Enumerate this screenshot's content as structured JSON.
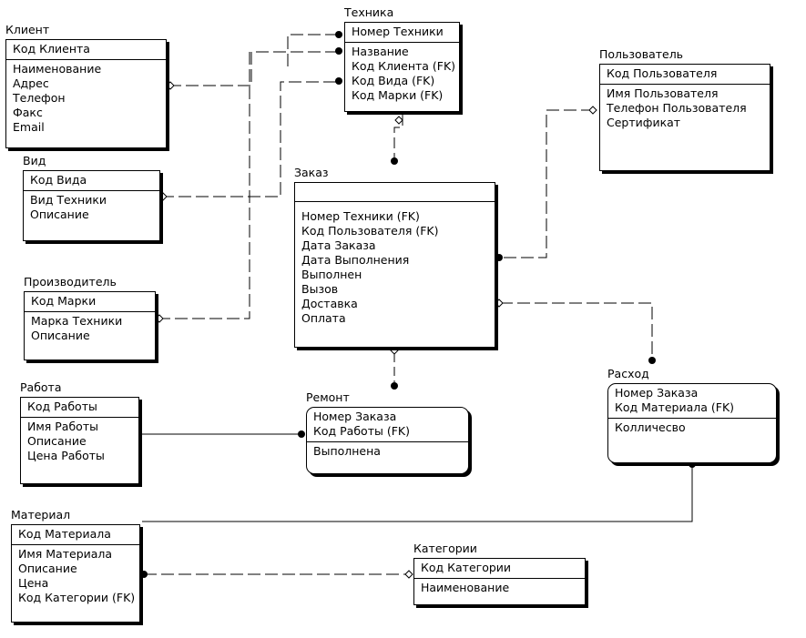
{
  "entities": {
    "klient": {
      "title": "Клиент",
      "keys": [
        "Код Клиента"
      ],
      "attrs": [
        "Наименование",
        "Адрес",
        "Телефон",
        "Факс",
        "Email"
      ]
    },
    "tehnika": {
      "title": "Техника",
      "keys": [
        "Номер Техники"
      ],
      "attrs": [
        "Название",
        "Код Клиента (FK)",
        "Код Вида (FK)",
        "Код Марки (FK)"
      ]
    },
    "polzovatel": {
      "title": "Пользователь",
      "keys": [
        "Код Пользователя"
      ],
      "attrs": [
        "Имя Пользователя",
        "Телефон Пользователя",
        "Сертификат"
      ]
    },
    "vid": {
      "title": "Вид",
      "keys": [
        "Код Вида"
      ],
      "attrs": [
        "Вид Техники",
        "Описание"
      ]
    },
    "zakaz": {
      "title": "Заказ",
      "keys": [],
      "attrs": [
        "Номер Техники (FK)",
        "Код Пользователя (FK)",
        "Дата Заказа",
        "Дата Выполнения",
        "Выполнен",
        "Вызов",
        "Доставка",
        "Оплата"
      ]
    },
    "proizvoditel": {
      "title": "Производитель",
      "keys": [
        "Код Марки"
      ],
      "attrs": [
        "Марка Техники",
        "Описание"
      ]
    },
    "rabota": {
      "title": "Работа",
      "keys": [
        "Код Работы"
      ],
      "attrs": [
        "Имя Работы",
        "Описание",
        "Цена Работы"
      ]
    },
    "remont": {
      "title": "Ремонт",
      "keys": [
        "Номер Заказа",
        "Код Работы (FK)"
      ],
      "attrs": [
        "Выполнена"
      ]
    },
    "rashod": {
      "title": "Расход",
      "keys": [
        "Номер Заказа",
        "Код Материала (FK)"
      ],
      "attrs": [
        "Колличесво"
      ]
    },
    "material": {
      "title": "Материал",
      "keys": [
        "Код Материала"
      ],
      "attrs": [
        "Имя Материала",
        "Описание",
        "Цена",
        "Код Категории (FK)"
      ]
    },
    "kategorii": {
      "title": "Категории",
      "keys": [
        "Код Категории"
      ],
      "attrs": [
        "Наименование"
      ]
    }
  }
}
